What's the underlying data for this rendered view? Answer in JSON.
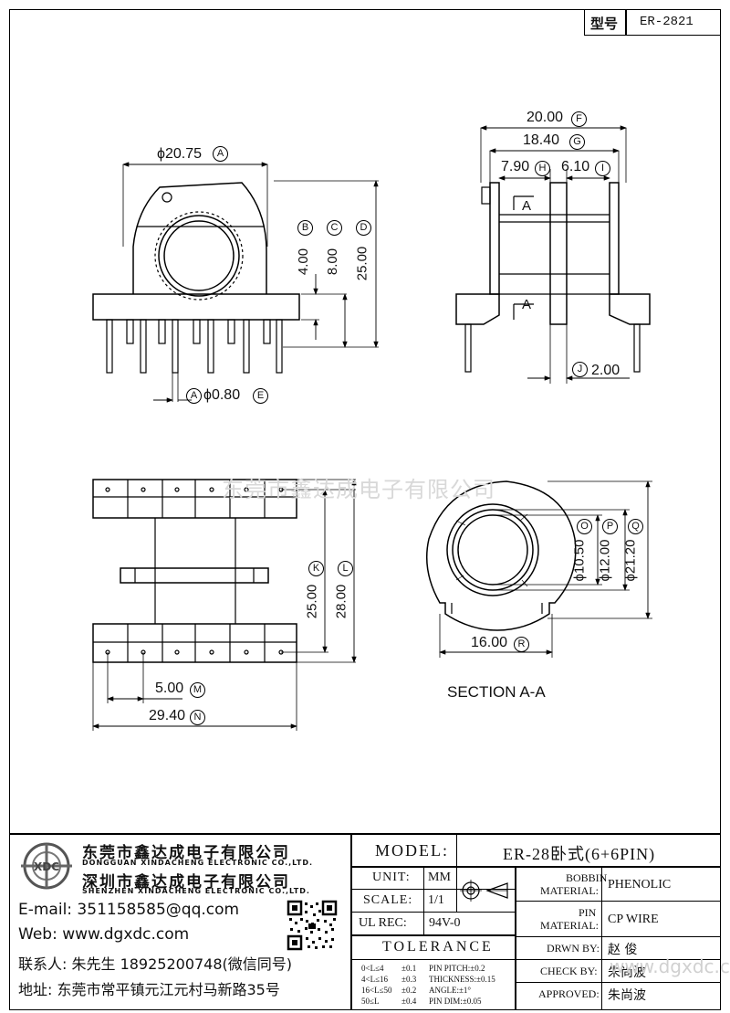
{
  "header": {
    "type_label": "型号",
    "model_code": "ER-2821"
  },
  "drawing": {
    "front_view": {
      "dia_A": "ϕ20.75",
      "circ_A": "A",
      "dim_B": "4.00",
      "circ_B": "B",
      "dim_C": "8.00",
      "circ_C": "C",
      "dim_D": "25.00",
      "circ_D": "D",
      "pin_dia": "ϕ0.80",
      "circ_E": "E",
      "circ_A2": "A"
    },
    "side_view": {
      "dim_F": "20.00",
      "circ_F": "F",
      "dim_G": "18.40",
      "circ_G": "G",
      "dim_H": "7.90",
      "circ_H": "H",
      "dim_I": "6.10",
      "circ_I": "I",
      "dim_J": "2.00",
      "circ_J": "J",
      "section_mark_top": "A",
      "section_mark_bottom": "A"
    },
    "bottom_view": {
      "dim_K": "25.00",
      "circ_K": "K",
      "dim_L": "28.00",
      "circ_L": "L",
      "dim_M": "5.00",
      "circ_M": "M",
      "dim_N": "29.40",
      "circ_N": "N"
    },
    "section_view": {
      "dim_O": "ϕ10.50",
      "circ_O": "O",
      "dim_P": "ϕ12.00",
      "circ_P": "P",
      "dim_Q": "ϕ21.20",
      "circ_Q": "Q",
      "dim_R": "16.00",
      "circ_R": "R",
      "title": "SECTION A-A"
    },
    "watermark": "东莞市鑫达成电子有限公司"
  },
  "company": {
    "name_cn_1": "东莞市鑫达成电子有限公司",
    "name_en_1": "DONGGUAN XINDACHENG ELECTRONIC CO.,LTD.",
    "name_cn_2": "深圳市鑫达成电子有限公司",
    "name_en_2": "SHENZHEN XINDACHENG ELECTRONIC CO.,LTD.",
    "email": "E-mail: 351158585@qq.com",
    "web": "Web: www.dgxdc.com",
    "contact": "联系人: 朱先生 18925200748(微信同号)",
    "address": "地址: 东莞市常平镇元江元村马新路35号",
    "web_watermark": "www.dgxdc.com"
  },
  "title_block": {
    "model_label": "MODEL:",
    "model_value": "ER-28卧式(6+6PIN)",
    "unit_label": "UNIT:",
    "unit_value": "MM",
    "scale_label": "SCALE:",
    "scale_value": "1/1",
    "ulrec_label": "UL REC:",
    "ulrec_value": "94V-0",
    "tolerance_label": "TOLERANCE",
    "tol_rows": [
      [
        "0<L≤4",
        "±0.1",
        "PIN PITCH:±0.2"
      ],
      [
        "4<L≤16",
        "±0.3",
        "THICKNESS:±0.15"
      ],
      [
        "16<L≤50",
        "±0.2",
        "ANGLE:±1°"
      ],
      [
        "50≤L",
        "±0.4",
        "PIN DIM:±0.05"
      ]
    ],
    "bobbin_label_1": "BOBBIN",
    "bobbin_label_2": "MATERIAL:",
    "bobbin_value": "PHENOLIC",
    "pin_label_1": "PIN",
    "pin_label_2": "MATERIAL:",
    "pin_value": "CP WIRE",
    "drawn_label": "DRWN BY:",
    "drawn_value": "赵 俊",
    "check_label": "CHECK BY:",
    "check_value": "朱尚波",
    "approved_label": "APPROVED:",
    "approved_value": "朱尚波"
  }
}
